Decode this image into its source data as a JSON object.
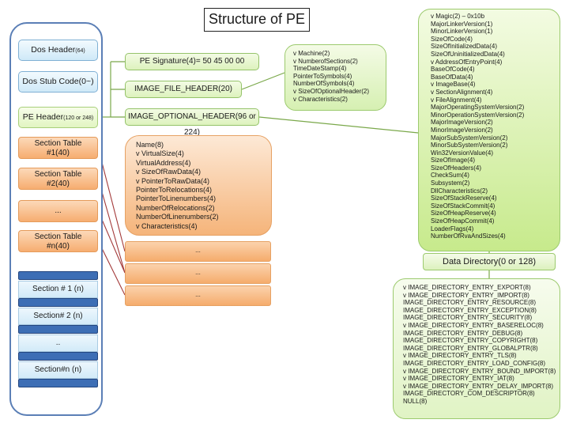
{
  "title": "Structure of PE",
  "pe": {
    "dos_header": {
      "label": "Dos Header",
      "size": "(64)"
    },
    "dos_stub": {
      "label": "Dos Stub Code(0~)"
    },
    "pe_header": {
      "label": "PE Header",
      "size": "(120 or 248)"
    },
    "section_tables": [
      {
        "label": "Section Table",
        "sub": "#1(40)"
      },
      {
        "label": "Section Table",
        "sub": "#2(40)"
      },
      {
        "label": "...",
        "sub": ""
      },
      {
        "label": "Section Table",
        "sub": "#n(40)"
      }
    ],
    "sections": [
      "Section # 1 (n)",
      "Section# 2 (n)",
      "..",
      "Section#n (n)"
    ]
  },
  "pe_signature": "PE Signature(4)=  50 45 00 00",
  "image_file_header": "IMAGE_FILE_HEADER(20)",
  "image_optional_header": "IMAGE_OPTIONAL_HEADER(96 or 224)",
  "file_header_fields": "v Machine(2)\nv NumberofSections(2)\nTimeDateStamp(4)\nPointerToSymbols(4)\nNumberOfSymbols(4)\nv SizeOfOptionalHeader(2)\nv Characteristics(2)",
  "optional_header_fields": "v Magic(2) – 0x10b\nMajorLinkerVersion(1)\nMinorLinkerVersion(1)\nSizeOfCode(4)\nSizeOfInitializedData(4)\nSizeOfUninitializedData(4)\nv AddressOfEntryPoint(4)\nBaseOfCode(4)\nBaseOfData(4)\nv ImageBase(4)\nv SectionAlignment(4)\nv FileAlignment(4)\nMajorOperatingSystemVersion(2)\nMinorOperationSystemVersion(2)\nMajorImageVersion(2)\nMinorImageVersion(2)\nMajorSubSystemVersion(2)\nMinorSubSystemVersion(2)\nWin32VersionValue(4)\nSizeOfImage(4)\nSizeOfHeaders(4)\nCheckSum(4)\nSubsystem(2)\nDllCharacteristics(2)\nSizeOfStackReserve(4)\nSizeOfStackCommit(4)\nSizeOfHeapReserve(4)\nSizeOfHeapCommit(4)\nLoaderFlags(4)\nNumberOfRvaAndSizes(4)",
  "section_fields": "Name(8)\nv VirtualSize(4)\nVirtualAddress(4)\nv SizeOfRawData(4)\nv PointerToRawData(4)\nPointerToRelocations(4)\nPointerToLinenumbers(4)\nNumberOfRelocations(2)\nNumberOfLinenumbers(2)\nv Characteristics(4)",
  "section_rows": [
    "...",
    "...",
    "..."
  ],
  "data_directory": "Data Directory(0 or 128)",
  "data_directory_entries": "v IMAGE_DIRECTORY_ENTRY_EXPORT(8)\nv IMAGE_DIRECTORY_ENTRY_IMPORT(8)\nIMAGE_DIRECTORY_ENTRY_RESOURCE(8)\nIMAGE_DIRECTORY_ENTRY_EXCEPTION(8)\nIMAGE_DIRECTORY_ENTRY_SECURITY(8)\nv IMAGE_DIRECTORY_ENTRY_BASERELOC(8)\nIMAGE_DIRECTORY_ENTRY_DEBUG(8)\nIMAGE_DIRECTORY_ENTRY_COPYRIGHT(8)\nIMAGE_DIRECTORY_ENTRY_GLOBALPTR(8)\nv IMAGE_DIRECTORY_ENTRY_TLS(8)\nIMAGE_DIRECTORY_ENTRY_LOAD_CONFIG(8)\nv IMAGE_DIRECTORY_ENTRY_BOUND_IMPORT(8)\nv IMAGE_DIRECTORY_ENTRY_IAT(8)\nv IMAGE_DIRECTORY_ENTRY_DELAY_IMPORT(8)\nIMAGE_DIRECTORY_COM_DESCRIPTOR(8)\nNULL(8)",
  "colors": {
    "header_blue": "#cfe9f8",
    "green": "#ddf2bd",
    "orange": "#f6ad70",
    "section_bar": "#3d6eb5",
    "connector": "#7aa84a",
    "section_link": "#a33a3a"
  }
}
